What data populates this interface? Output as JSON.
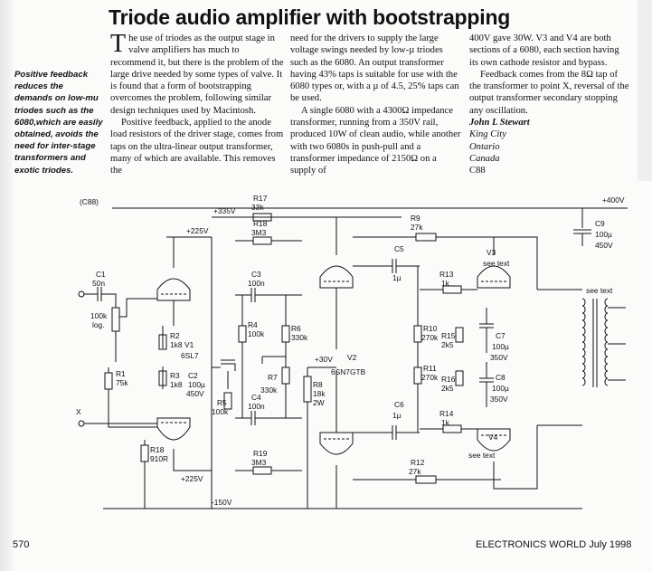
{
  "article": {
    "title": "Triode audio amplifier with bootstrapping",
    "pullquote": "Positive feedback reduces the demands on low-mu triodes such as the 6080,which are easily obtained, avoids the need for inter-stage transformers and exotic triodes.",
    "col1": {
      "dropcap": "T",
      "p1": "he use of triodes as the output stage in valve amplifiers has much to recommend it, but there is the problem of the large drive needed by some types of valve. It is found that a form of bootstrapping overcomes the problem, following similar design techniques used by Macintosh.",
      "p2": "Positive feedback, applied to the anode load resistors of the driver stage, comes from taps on the ultra-linear output transformer, many of which are available. This removes the"
    },
    "col2": {
      "p1": "need for the drivers to supply the large voltage swings needed by low-µ triodes such as the 6080. An output transformer having 43% taps is suitable for use with the 6080 types or, with a µ of 4.5, 25% taps can be used.",
      "p2": "A single 6080 with a 4300Ω impedance transformer, running from a 350V rail, produced 10W of clean audio, while another with two 6080s in push-pull and a transformer impedance of 2150Ω on a supply of"
    },
    "col3": {
      "p1": "400V gave 30W. V3 and V4 are both sections of a 6080, each section having its own cathode resistor and bypass.",
      "p2": "Feedback comes from the 8Ω tap of the transformer to point X, reversal of the output transformer secondary stopping any oscillation."
    },
    "author": {
      "name": "John L Stewart",
      "city": "King City",
      "province": "Ontario",
      "country": "Canada",
      "ref": "C88"
    }
  },
  "schematic": {
    "ref": "(C88)",
    "rails": {
      "plus335": "+335V",
      "plus400": "+400V",
      "plus225_top": "+225V",
      "plus225_bot": "+225V",
      "minus150": "-150V",
      "plus30": "+30V"
    },
    "valves": {
      "v1": "V1",
      "v1_type": "6SL7",
      "v2": "V2",
      "v2_type": "6SN7GTB",
      "v3": "V3",
      "v4": "V4",
      "see_text": "see text"
    },
    "parts": {
      "c1": "C1",
      "c1v": "50n",
      "pot": "100k",
      "pot2": "log.",
      "r1": "R1",
      "r1v": "75k",
      "r2": "R2",
      "r2v": "1k8",
      "r3": "R3",
      "r3v": "1k8",
      "r18b": "R18",
      "r18bv": "910R",
      "c2": "C2",
      "c2v": "100µ",
      "c2v2": "450V",
      "r4": "R4",
      "r4v": "100k",
      "r5": "R5",
      "r5v": "100k",
      "r6": "R6",
      "r6v": "330k",
      "r7": "R7",
      "r7v": "330k",
      "r8": "R8",
      "r8v": "18k",
      "r8v2": "2W",
      "r17": "R17",
      "r17v": "33k",
      "r18": "R18",
      "r18v": "3M3",
      "r19": "R19",
      "r19v": "3M3",
      "c3": "C3",
      "c3v": "100n",
      "c4": "C4",
      "c4v": "100n",
      "r9": "R9",
      "r9v": "27k",
      "r12": "R12",
      "r12v": "27k",
      "c5": "C5",
      "c5v": "1µ",
      "c6": "C6",
      "c6v": "1µ",
      "r13": "R13",
      "r13v": "1k",
      "r14": "R14",
      "r14v": "1k",
      "r10": "R10",
      "r10v": "270k",
      "r11": "R11",
      "r11v": "270k",
      "r15": "R15",
      "r15v": "2k5",
      "r16": "R16",
      "r16v": "2k5",
      "c7": "C7",
      "c7v": "100µ",
      "c7v2": "350V",
      "c8": "C8",
      "c8v": "100µ",
      "c8v2": "350V",
      "c9": "C9",
      "c9v": "100µ",
      "c9v2": "450V",
      "xfmr": "see text",
      "x": "X"
    }
  },
  "footer": {
    "page": "570",
    "magazine": "ELECTRONICS WORLD July 1998"
  }
}
